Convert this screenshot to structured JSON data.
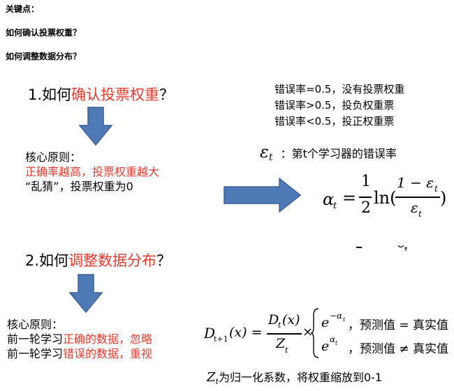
{
  "header": {
    "key_points": "关键点：",
    "q1": "如何确认投票权重？",
    "q2": "如何调整数据分布？"
  },
  "section1": {
    "num": "1.",
    "prefix": "如何",
    "highlight": "确认投票权重",
    "suffix": "？",
    "principle_label": "核心原则：",
    "principle_red": "正确率越高，投票权重越大",
    "principle_black": "“乱猜”，投票权重为0"
  },
  "conditions": [
    "错误率=0.5，没有投票权重",
    "错误率>0.5，投负权重票",
    "错误率<0.5，投正权重票"
  ],
  "epsilon_def": {
    "symbol": "ε",
    "subscript": "t",
    "text": "：第t个学习器的错误率"
  },
  "alpha_formula": {
    "lhs": "α",
    "lhs_sub": "t",
    "eq": "=",
    "frac_num": "1",
    "frac_den": "2",
    "ln": "ln(",
    "inner_num": "1 − ε",
    "inner_num_sub": "t",
    "inner_den": "ε",
    "inner_den_sub": "t",
    "close": ")"
  },
  "section2": {
    "num": "2.",
    "prefix": "如何",
    "highlight": "调整数据分布",
    "suffix": "？",
    "principle_label": "核心原则：",
    "line1_black": "前一轮学习",
    "line1_red": "正确的数据，忽略",
    "line2_black": "前一轮学习",
    "line2_red": "错误的数据，重视"
  },
  "d_formula": {
    "lhs": "D",
    "lhs_sub": "t+1",
    "lhs_arg": "(x) =",
    "num": "D",
    "num_sub": "t",
    "num_arg": "(x)",
    "den": "Z",
    "den_sub": "t",
    "times": "×",
    "case1_base": "e",
    "case1_exp": "−α",
    "case1_exp_sub": "t",
    "case1_text": "，预测值 = 真实值",
    "case2_base": "e",
    "case2_exp": "α",
    "case2_exp_sub": "t",
    "case2_text": "，预测值 ≠ 真实值"
  },
  "z_def": {
    "symbol": "Z",
    "subscript": "t",
    "text": "为归一化系数，将权重缩放到0-1"
  },
  "colors": {
    "red": "#e53b2c",
    "arrow_fill": "#4f7ab8",
    "arrow_stroke": "#3a5f93"
  },
  "icons": {
    "down_arrow": "down-arrow-icon",
    "right_arrow": "right-arrow-icon"
  }
}
